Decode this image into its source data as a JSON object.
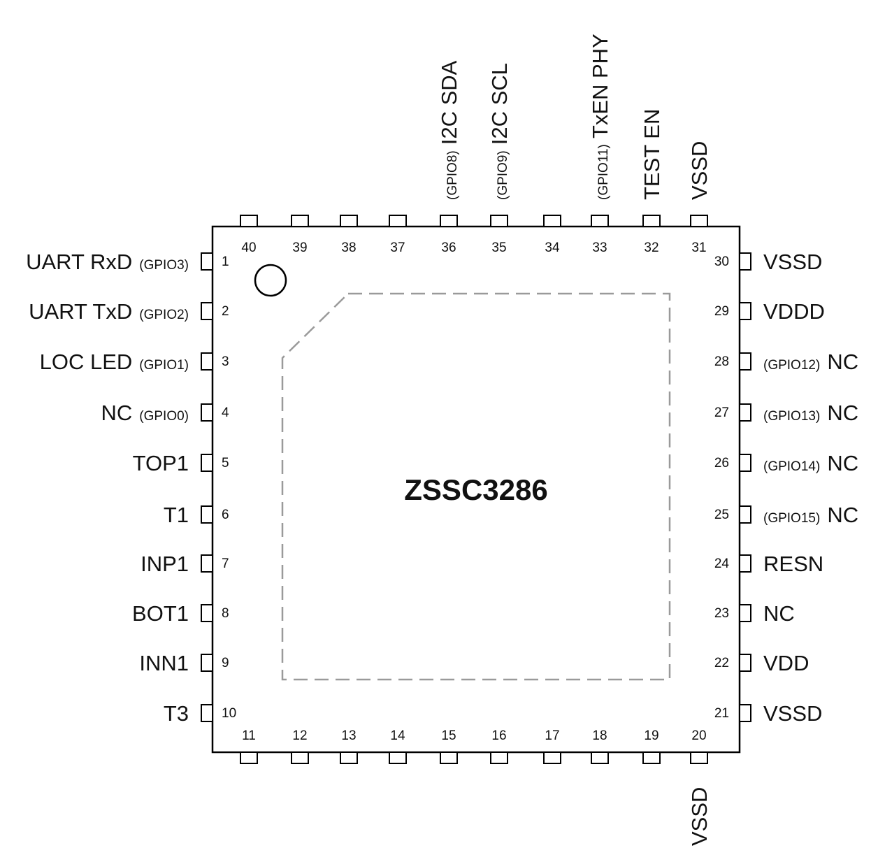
{
  "chip": {
    "name": "ZSSC3286"
  },
  "left_pins": [
    {
      "num": "1",
      "label": "UART RxD",
      "gpio": "(GPIO3)"
    },
    {
      "num": "2",
      "label": "UART TxD",
      "gpio": "(GPIO2)"
    },
    {
      "num": "3",
      "label": "LOC LED",
      "gpio": "(GPIO1)"
    },
    {
      "num": "4",
      "label": "NC",
      "gpio": "(GPIO0)"
    },
    {
      "num": "5",
      "label": "TOP1",
      "gpio": ""
    },
    {
      "num": "6",
      "label": "T1",
      "gpio": ""
    },
    {
      "num": "7",
      "label": "INP1",
      "gpio": ""
    },
    {
      "num": "8",
      "label": "BOT1",
      "gpio": ""
    },
    {
      "num": "9",
      "label": "INN1",
      "gpio": ""
    },
    {
      "num": "10",
      "label": "T3",
      "gpio": ""
    }
  ],
  "right_pins": [
    {
      "num": "30",
      "label": "VSSD",
      "gpio": ""
    },
    {
      "num": "29",
      "label": "VDDD",
      "gpio": ""
    },
    {
      "num": "28",
      "label": "NC",
      "gpio": "(GPIO12)"
    },
    {
      "num": "27",
      "label": "NC",
      "gpio": "(GPIO13)"
    },
    {
      "num": "26",
      "label": "NC",
      "gpio": "(GPIO14)"
    },
    {
      "num": "25",
      "label": "NC",
      "gpio": "(GPIO15)"
    },
    {
      "num": "24",
      "label": "RESN",
      "gpio": ""
    },
    {
      "num": "23",
      "label": "NC",
      "gpio": ""
    },
    {
      "num": "22",
      "label": "VDD",
      "gpio": ""
    },
    {
      "num": "21",
      "label": "VSSD",
      "gpio": ""
    }
  ],
  "top_pins": [
    {
      "num": "40",
      "label": "",
      "gpio": ""
    },
    {
      "num": "39",
      "label": "",
      "gpio": ""
    },
    {
      "num": "38",
      "label": "",
      "gpio": ""
    },
    {
      "num": "37",
      "label": "",
      "gpio": ""
    },
    {
      "num": "36",
      "label": "I2C SDA",
      "gpio": "(GPIO8)"
    },
    {
      "num": "35",
      "label": "I2C SCL",
      "gpio": "(GPIO9)"
    },
    {
      "num": "34",
      "label": "",
      "gpio": ""
    },
    {
      "num": "33",
      "label": "TxEN PHY",
      "gpio": "(GPIO11)"
    },
    {
      "num": "32",
      "label": "TEST EN",
      "gpio": ""
    },
    {
      "num": "31",
      "label": "VSSD",
      "gpio": ""
    }
  ],
  "bottom_pins": [
    {
      "num": "11",
      "label": "",
      "gpio": ""
    },
    {
      "num": "12",
      "label": "",
      "gpio": ""
    },
    {
      "num": "13",
      "label": "",
      "gpio": ""
    },
    {
      "num": "14",
      "label": "",
      "gpio": ""
    },
    {
      "num": "15",
      "label": "",
      "gpio": ""
    },
    {
      "num": "16",
      "label": "",
      "gpio": ""
    },
    {
      "num": "17",
      "label": "",
      "gpio": ""
    },
    {
      "num": "18",
      "label": "",
      "gpio": ""
    },
    {
      "num": "19",
      "label": "",
      "gpio": ""
    },
    {
      "num": "20",
      "label": "VSSD",
      "gpio": ""
    }
  ],
  "colors": {
    "outline": "#000000",
    "exposed_pad": "#9a9a9a"
  }
}
